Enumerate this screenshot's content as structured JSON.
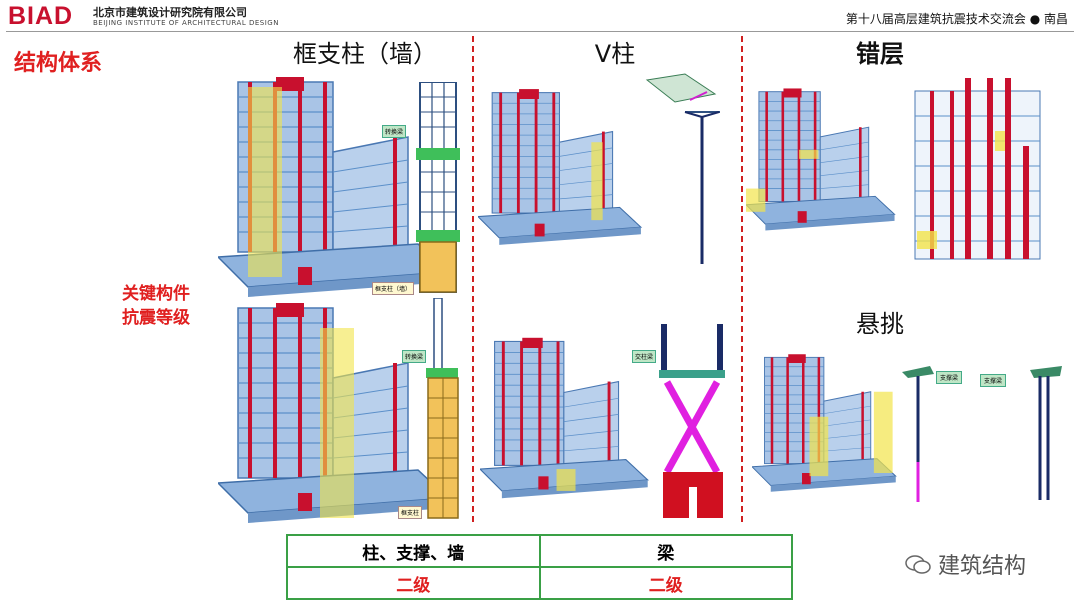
{
  "header": {
    "logo": "BIAD",
    "org_cn": "北京市建筑设计研究院有限公司",
    "org_en": "BEIJING INSTITUTE OF ARCHITECTURAL DESIGN",
    "conference": "第十八届高层建筑抗震技术交流会 ● 南昌"
  },
  "section_title": "结构体系",
  "key_label": {
    "line1": "关键构件",
    "line2": "抗震等级"
  },
  "columns": {
    "frame_support": "框支柱（墙）",
    "v_column": "V柱",
    "split_level": "错层",
    "cantilever": "悬挑"
  },
  "model_labels": {
    "transfer_beam_1": "转换梁",
    "frame_support_wall": "框支柱（墙）",
    "transfer_beam_2": "转换梁",
    "frame_support_column": "框支柱",
    "transfer_beam_v": "交柱梁",
    "brace_beam_1": "支撑梁",
    "brace_beam_2": "支撑梁"
  },
  "grade_table": {
    "head_left": "柱、支撑、墙",
    "head_right": "梁",
    "val_left": "二级",
    "val_right": "二级"
  },
  "watermark": "建筑结构",
  "colors": {
    "accent": "#e02020",
    "table_border": "#3aa046",
    "frame_blue": "#5b8fc9",
    "column_red": "#c8102e",
    "highlight_yellow": "#f2e44a"
  }
}
